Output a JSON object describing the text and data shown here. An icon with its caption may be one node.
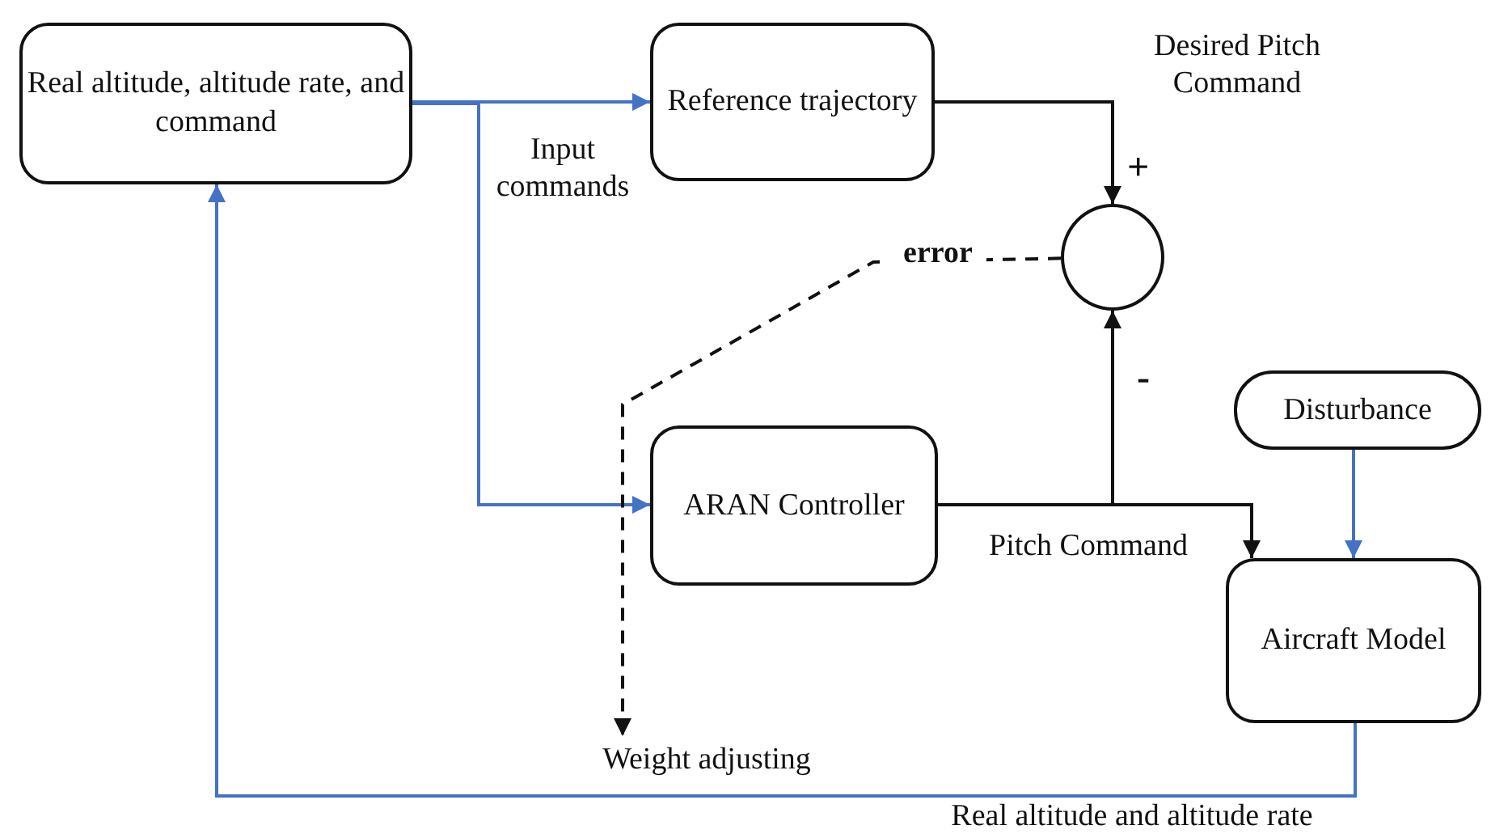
{
  "diagram": {
    "nodes": [
      {
        "text": [
          "Real altitude,  altitude rate, and command"
        ]
      },
      {
        "text": [
          "Reference trajectory"
        ]
      },
      {
        "text": [],
        "shape": "circle"
      },
      {
        "text": [
          "Disturbance"
        ]
      },
      {
        "text": [
          "ARAN Controller"
        ]
      },
      {
        "text": [
          "Aircraft Model"
        ]
      },
      {
        "text": [
          "Weight adjusting"
        ]
      }
    ],
    "edges": [
      {
        "from": 0,
        "to": 1,
        "arrow": "to",
        "label": "Input commands"
      },
      {
        "from": 0,
        "to": 4,
        "arrow": "to"
      },
      {
        "from": 1,
        "to": 2,
        "arrow": "to",
        "label": "Desired Pitch Command",
        "color": "#111111"
      },
      {
        "from": 4,
        "to": 2,
        "arrow": "to",
        "color": "#111111"
      },
      {
        "from": 4,
        "to": 5,
        "arrow": "to",
        "label": "Pitch Command",
        "color": "#111111"
      },
      {
        "from": 3,
        "to": 5,
        "arrow": "to"
      },
      {
        "from": 5,
        "to": 0,
        "arrow": "to",
        "label": "Real altitude and altitude rate"
      },
      {
        "from": 2,
        "to": 6,
        "arrow": "to",
        "label": "error",
        "style": "dashed",
        "color": "#111111"
      }
    ],
    "labels": [
      "+",
      "-"
    ]
  }
}
